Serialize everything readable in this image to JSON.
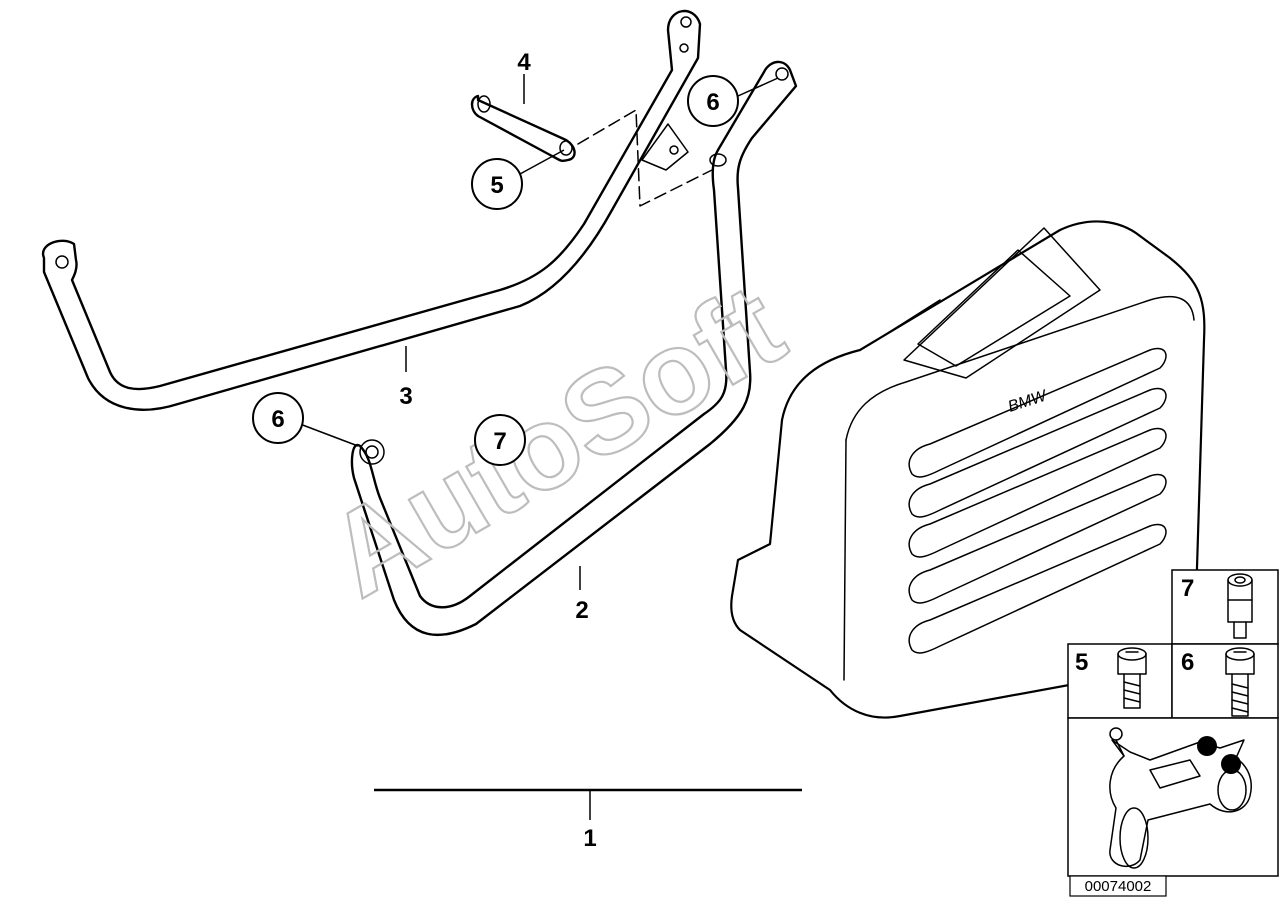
{
  "diagram": {
    "callouts": {
      "c1": "1",
      "c2": "2",
      "c3": "3",
      "c4": "4",
      "c5": "5",
      "c6a": "6",
      "c6b": "6",
      "c7": "7"
    },
    "case_brand": "BMW",
    "watermark": "AutoSoft",
    "panel": {
      "label_7": "7",
      "label_5": "5",
      "label_6": "6"
    },
    "reference_number": "00074002",
    "icons": [
      "screw-icon",
      "bolt-icon",
      "threaded-sleeve-icon",
      "motorcycle-icon"
    ]
  }
}
